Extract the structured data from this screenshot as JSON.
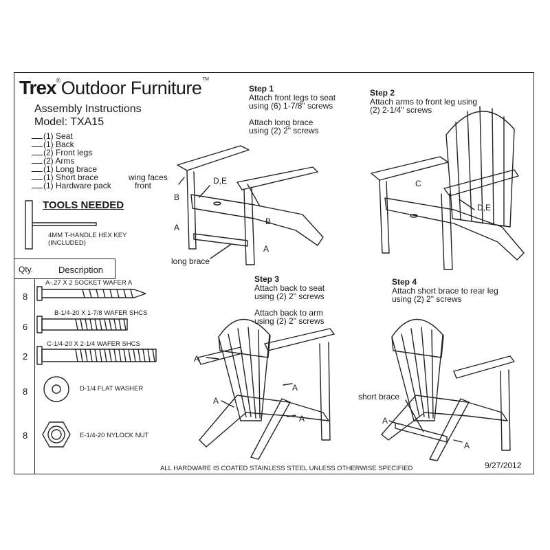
{
  "header": {
    "brand": "Trex",
    "brand_rest": "Outdoor Furniture",
    "reg_mark": "®",
    "tm_mark": "TM",
    "title": "Assembly Instructions",
    "model": "Model: TXA15"
  },
  "parts_list": [
    "(1) Seat",
    "(1) Back",
    "(2) Front legs",
    "(2) Arms",
    "(1) Long brace",
    "(1) Short brace",
    "(1) Hardware pack"
  ],
  "tools": {
    "title": "TOOLS NEEDED",
    "hex_key_line1": "4MM T-HANDLE HEX KEY",
    "hex_key_line2": "(INCLUDED)"
  },
  "hardware_table": {
    "qty_header": "Qty.",
    "desc_header": "Description",
    "items": [
      {
        "qty": "8",
        "desc": "A-.27 X 2 SOCKET WAFER A"
      },
      {
        "qty": "6",
        "desc": "B-1/4-20 X 1-7/8 WAFER SHCS"
      },
      {
        "qty": "2",
        "desc": "C-1/4-20 X 2-1/4 WAFER SHCS"
      },
      {
        "qty": "8",
        "desc": "D-1/4 FLAT WASHER"
      },
      {
        "qty": "8",
        "desc": "E-1/4-20 NYLOCK NUT"
      }
    ]
  },
  "steps": [
    {
      "title": "Step 1",
      "lines": [
        "Attach front legs to seat",
        "using (6) 1-7/8\" screws",
        "",
        "Attach long brace",
        "using (2) 2\" screws"
      ]
    },
    {
      "title": "Step 2",
      "lines": [
        "Attach arms to front leg using",
        "(2) 2-1/4\" screws"
      ]
    },
    {
      "title": "Step 3",
      "lines": [
        "Attach back to seat",
        "using (2) 2\" screws",
        "",
        "Attach back to arm",
        "using (2) 2\" screws"
      ]
    },
    {
      "title": "Step 4",
      "lines": [
        "Attach short brace to rear leg",
        "using (2) 2\" screws"
      ]
    }
  ],
  "callouts": {
    "wing_faces": "wing faces",
    "front": "front",
    "de1": "D,E",
    "b1": "B",
    "b2": "B",
    "a1": "A",
    "a2": "A",
    "long_brace": "long brace",
    "c": "C",
    "de2": "D,E",
    "s3_a1": "A",
    "s3_a2": "A",
    "s3_a3": "A",
    "s3_a4": "A",
    "s4_short_brace": "short brace",
    "s4_a1": "A",
    "s4_a2": "A"
  },
  "footer": "ALL HARDWARE IS COATED STAINLESS STEEL UNLESS OTHERWISE SPECIFIED",
  "date": "9/27/2012"
}
